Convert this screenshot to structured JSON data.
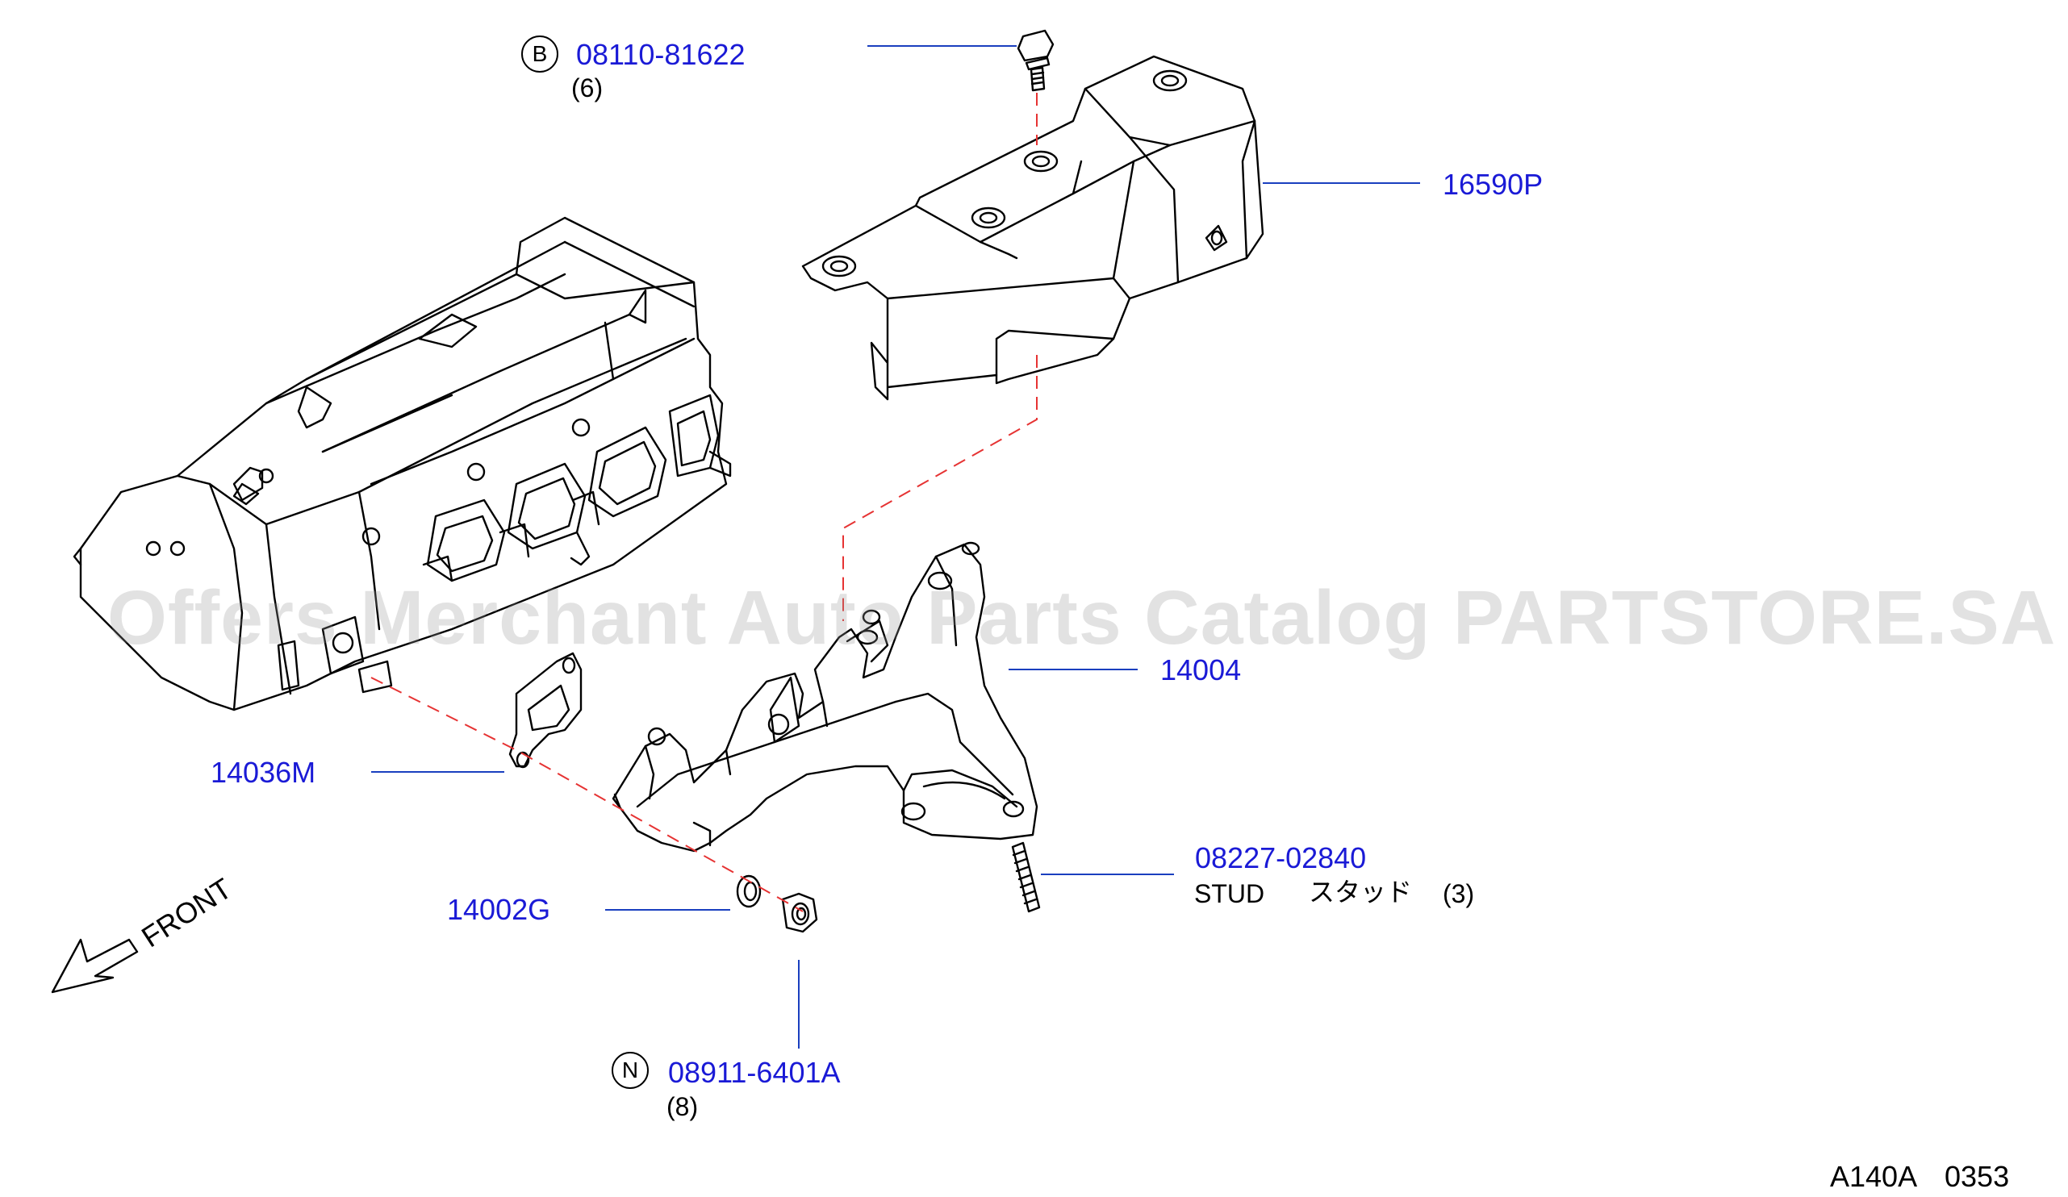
{
  "watermark": "Offers Merchant Auto Parts Catalog PARTSTORE.SA",
  "callouts": {
    "bolt": {
      "badge": "B",
      "part_no": "08110-81622",
      "qty": "(6)"
    },
    "heat_insulator": {
      "part_no": "16590P"
    },
    "manifold": {
      "part_no": "14004"
    },
    "gasket": {
      "part_no": "14036M"
    },
    "stud": {
      "part_no": "08227-02840",
      "name": "STUD",
      "name_jp": "スタッド",
      "qty": "(3)"
    },
    "washer": {
      "part_no": "14002G"
    },
    "nut": {
      "badge": "N",
      "part_no": "08911-6401A",
      "qty": "(8)"
    }
  },
  "direction": {
    "label": "FRONT"
  },
  "diagram_code": {
    "ref": "A140A",
    "seq": "0353"
  },
  "colors": {
    "link": "#1a1ad6",
    "dash_line": "#e63333",
    "outline": "#000000",
    "leader": "#1a3fbf"
  }
}
